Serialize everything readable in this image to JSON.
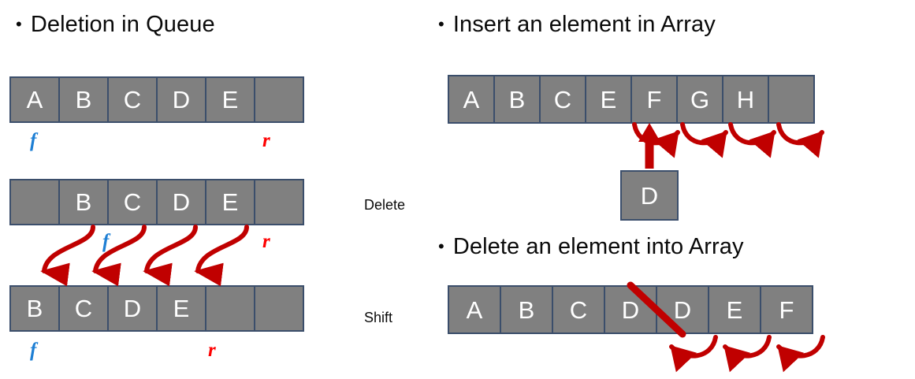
{
  "slide": {
    "background_color": "#ffffff",
    "cell_fill_color": "#808080",
    "cell_border_color": "#3b4e6b",
    "arrow_color": "#c00000",
    "front_pointer_color": "#1e7fd4",
    "rear_pointer_color": "#fe0000"
  },
  "left_column": {
    "heading": {
      "bullet": "•",
      "text": "Deletion in Queue"
    },
    "rows": [
      {
        "name": "queue-initial",
        "cells": [
          "A",
          "B",
          "C",
          "D",
          "E",
          ""
        ],
        "caption": "",
        "pointers": [
          {
            "label": "f",
            "kind": "front",
            "cell_index": 0
          },
          {
            "label": "r",
            "kind": "rear",
            "cell_index": 4
          }
        ]
      },
      {
        "name": "queue-after-delete",
        "cells": [
          "",
          "B",
          "C",
          "D",
          "E",
          ""
        ],
        "caption": "Delete",
        "pointers": [
          {
            "label": "f",
            "kind": "front",
            "cell_index": 1
          },
          {
            "label": "r",
            "kind": "rear",
            "cell_index": 4
          }
        ]
      },
      {
        "name": "queue-after-shift",
        "cells": [
          "B",
          "C",
          "D",
          "E",
          "",
          ""
        ],
        "caption": "Shift",
        "pointers": [
          {
            "label": "f",
            "kind": "front",
            "cell_index": 0
          },
          {
            "label": "r",
            "kind": "rear",
            "cell_index": 3
          }
        ]
      }
    ],
    "shift_arrow_count": 4
  },
  "right_column": {
    "insert": {
      "heading": {
        "bullet": "•",
        "text": "Insert an element in Array"
      },
      "cells": [
        "A",
        "B",
        "C",
        "E",
        "F",
        "G",
        "H",
        ""
      ],
      "inserted_value": "D",
      "insert_at_index": 3,
      "shift_arrow_count": 4
    },
    "delete": {
      "heading": {
        "bullet": "•",
        "text": "Delete an element into Array"
      },
      "cells": [
        "A",
        "B",
        "C",
        "D",
        "D",
        "E",
        "F"
      ],
      "struck_index": 3,
      "shift_arrow_count": 3
    }
  }
}
